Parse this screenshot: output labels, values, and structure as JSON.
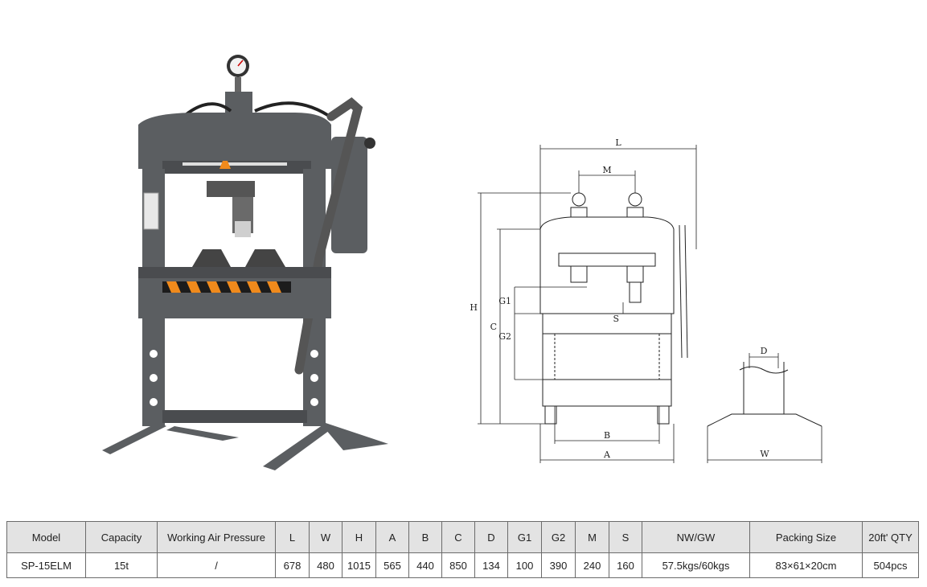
{
  "drawing_labels": {
    "L": "L",
    "M": "M",
    "H": "H",
    "C": "C",
    "G1": "G1",
    "G2": "G2",
    "S": "S",
    "A": "A",
    "B": "B",
    "D": "D",
    "W": "W"
  },
  "spec_table": {
    "headers": [
      "Model",
      "Capacity",
      "Working Air Pressure",
      "L",
      "W",
      "H",
      "A",
      "B",
      "C",
      "D",
      "G1",
      "G2",
      "M",
      "S",
      "NW/GW",
      "Packing Size",
      "20ft' QTY"
    ],
    "rows": [
      [
        "SP-15ELM",
        "15t",
        "/",
        "678",
        "480",
        "1015",
        "565",
        "440",
        "850",
        "134",
        "100",
        "390",
        "240",
        "160",
        "57.5kgs/60kgs",
        "83×61×20cm",
        "504pcs"
      ]
    ]
  },
  "colors": {
    "frame": "#5b5e61",
    "table_header": "#e3e3e3",
    "warning_orange": "#f08a1c"
  }
}
